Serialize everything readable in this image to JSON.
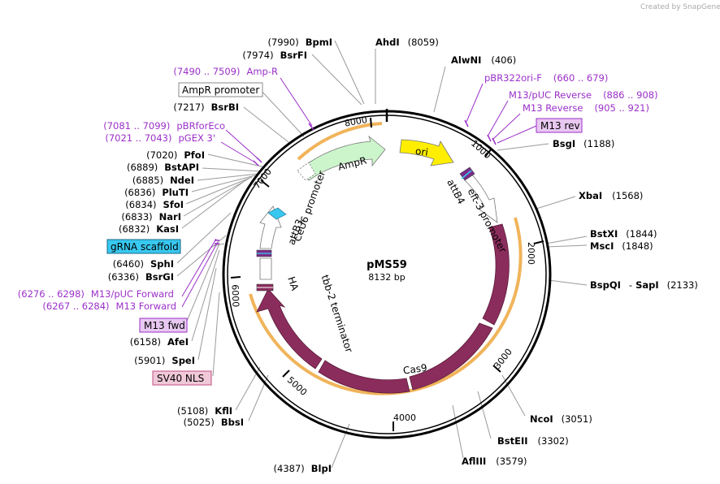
{
  "credit": "Created by SnapGene",
  "plasmid": {
    "name": "pMS59",
    "size": "8132 bp"
  },
  "ticks": [
    "1000",
    "2000",
    "3000",
    "4000",
    "5000",
    "6000",
    "7000",
    "8000"
  ],
  "features": {
    "ori": "ori",
    "ampr": "AmpR",
    "cas9": "Cas9",
    "att_b4": "attB4",
    "eft3": "eft-3 promoter",
    "att_b3": "attB3",
    "ceu6": "CeU6 promoter",
    "tbb2": "tbb-2 terminator",
    "ha": "HA"
  },
  "boxes": {
    "ampr_promoter": "AmpR promoter",
    "m13_rev": "M13 rev",
    "grna_scaffold": "gRNA scaffold",
    "m13_fwd": "M13 fwd",
    "sv40_nls": "SV40 NLS"
  },
  "sites_right": [
    {
      "name": "AhdI",
      "pos": "(8059)"
    },
    {
      "name": "AlwNI",
      "pos": "(406)"
    },
    {
      "name": "BsgI",
      "pos": "(1188)"
    },
    {
      "name": "XbaI",
      "pos": "(1568)"
    },
    {
      "name": "BstXI",
      "pos": "(1844)"
    },
    {
      "name": "MscI",
      "pos": "(1848)"
    },
    {
      "name": "BspQI",
      "sep": "-",
      "name2": "SapI",
      "pos": "(2133)"
    },
    {
      "name": "NcoI",
      "pos": "(3051)"
    },
    {
      "name": "BstEII",
      "pos": "(3302)"
    },
    {
      "name": "AflIII",
      "pos": "(3579)"
    },
    {
      "name": "BlpI",
      "pos": "(4387)"
    }
  ],
  "sites_left": [
    {
      "name": "BpmI",
      "pos": "(7990)"
    },
    {
      "name": "BsrFI",
      "pos": "(7974)"
    },
    {
      "name": "BsrBI",
      "pos": "(7217)"
    },
    {
      "name": "PfoI",
      "pos": "(7020)"
    },
    {
      "name": "BstAPI",
      "pos": "(6889)"
    },
    {
      "name": "NdeI",
      "pos": "(6885)"
    },
    {
      "name": "PluTI",
      "pos": "(6836)"
    },
    {
      "name": "SfoI",
      "pos": "(6834)"
    },
    {
      "name": "NarI",
      "pos": "(6833)"
    },
    {
      "name": "KasI",
      "pos": "(6832)"
    },
    {
      "name": "SphI",
      "pos": "(6460)"
    },
    {
      "name": "BsrGI",
      "pos": "(6336)"
    },
    {
      "name": "AfeI",
      "pos": "(6158)"
    },
    {
      "name": "SpeI",
      "pos": "(5901)"
    },
    {
      "name": "KflI",
      "pos": "(5108)"
    },
    {
      "name": "BbsI",
      "pos": "(5025)"
    }
  ],
  "primers": [
    {
      "range": "(7490 .. 7509)",
      "name": "Amp-R"
    },
    {
      "name": "pBR322ori-F",
      "range": "(660 .. 679)"
    },
    {
      "name": "M13/pUC Reverse",
      "range": "(886 .. 908)"
    },
    {
      "name": "M13 Reverse",
      "range": "(905 .. 921)"
    },
    {
      "range": "(7081 .. 7099)",
      "name": "pBRforEco"
    },
    {
      "range": "(7021 .. 7043)",
      "name": "pGEX 3'"
    },
    {
      "range": "(6276 .. 6298)",
      "name": "M13/pUC Forward"
    },
    {
      "range": "(6267 .. 6284)",
      "name": "M13 Forward"
    }
  ],
  "colors": {
    "backbone": "#000000",
    "cas9": "#8b2d5c",
    "ori": "#ffee00",
    "ampr": "#ccf5cc",
    "highlight": "#f0b45a",
    "primer": "#9b30c8",
    "grna": "#38c8f0",
    "m13_box": "#e8c8f0",
    "sv40_box": "#f0c8d8"
  }
}
